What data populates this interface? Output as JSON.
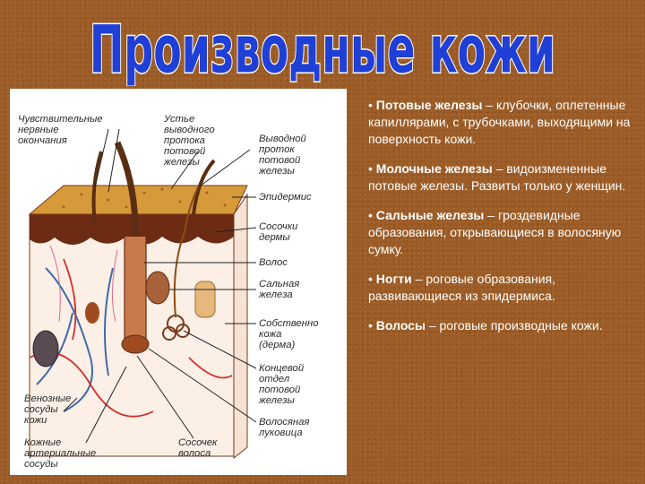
{
  "title": "Производные кожи",
  "diagram": {
    "labels": [
      {
        "id": "nerve",
        "text": "Чувствительные\nнервные\nокончания"
      },
      {
        "id": "duct_mouth",
        "text": "Устье\nвыводного\nпротока\nпотовой\nжелезы"
      },
      {
        "id": "duct",
        "text": "Выводной\nпроток\nпотовой\nжелезы"
      },
      {
        "id": "epidermis",
        "text": "Эпидермис"
      },
      {
        "id": "papillae",
        "text": "Сосочки\nдермы"
      },
      {
        "id": "hair",
        "text": "Волос"
      },
      {
        "id": "sebaceous",
        "text": "Сальная\nжелеза"
      },
      {
        "id": "dermis",
        "text": "Собственно\nкожа\n(дерма)"
      },
      {
        "id": "end_section",
        "text": "Концевой\nотдел\nпотовой\nжелезы"
      },
      {
        "id": "veins",
        "text": "Венозные\nсосуды\nкожи"
      },
      {
        "id": "bulb",
        "text": "Волосяная\nлуковица"
      },
      {
        "id": "arteries",
        "text": "Кожные\nартериальные\nсосуды"
      },
      {
        "id": "hair_papilla",
        "text": "Сосочек\nволоса"
      }
    ]
  },
  "bullets": [
    {
      "term": "Потовые железы",
      "rest": " – клубочки, оплетенные капиллярами, с трубочками, выходящими на поверхность кожи."
    },
    {
      "term": "Молочные железы",
      "rest": " – видоизмененные потовые железы. Развиты только у женщин."
    },
    {
      "term": "Сальные железы",
      "rest": " – гроздевидные образования, открывающиеся в волосяную сумку."
    },
    {
      "term": "Ногти",
      "rest": " – роговые образования, развивающиеся из эпидермиса."
    },
    {
      "term": "Волосы",
      "rest": " – роговые производные кожи."
    }
  ],
  "colors": {
    "background": "#9b5b26",
    "title_fill": "#1f3fd6",
    "title_outline": "#ffffff",
    "panel": "#ffffff",
    "text": "#ffffff"
  }
}
